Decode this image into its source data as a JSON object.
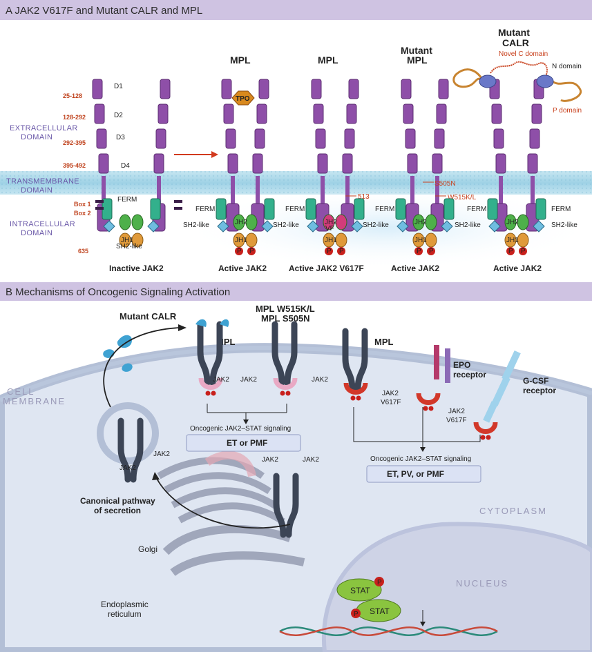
{
  "panel_a": {
    "header": "A  JAK2 V617F and Mutant CALR and MPL",
    "domains": {
      "extracellular_1": "EXTRACELLULAR",
      "extracellular_2": "DOMAIN",
      "transmembrane_1": "TRANSMEMBRANE",
      "transmembrane_2": "DOMAIN",
      "intracellular_1": "INTRACELLULAR",
      "intracellular_2": "DOMAIN"
    },
    "residue_ranges": [
      "25-128",
      "128-292",
      "292-395",
      "395-492",
      "635"
    ],
    "receptor_domains": [
      "D1",
      "D2",
      "D3",
      "D4"
    ],
    "boxes": [
      "Box 1",
      "Box 2"
    ],
    "labels": {
      "ferm": "FERM",
      "sh2": "SH2-like",
      "jh1": "JH1",
      "jh2": "JH2",
      "vf": "VF",
      "p": "P",
      "tpo": "TPO"
    },
    "receptor_titles": {
      "mpl_1": "MPL",
      "mpl_2": "MPL",
      "mutant_mpl_1": "Mutant",
      "mutant_mpl_2": "MPL",
      "mutant_calr_1": "Mutant",
      "mutant_calr_2": "CALR"
    },
    "calr_domains": {
      "novel_c": "Novel C domain",
      "n": "N domain",
      "p": "P domain"
    },
    "mutations": {
      "s505n": "S505N",
      "w515kl": "W515K/L",
      "pos513": "513"
    },
    "captions": [
      "Inactive JAK2",
      "Active JAK2",
      "Active JAK2 V617F",
      "Active JAK2",
      "Active JAK2"
    ]
  },
  "panel_b": {
    "header": "B  Mechanisms of Oncogenic Signaling Activation",
    "cell_membrane_1": "CELL",
    "cell_membrane_2": "MEMBRANE",
    "cytoplasm": "CYTOPLASM",
    "nucleus": "NUCLEUS",
    "mutant_calr": "Mutant CALR",
    "mpl": "MPL",
    "mpl_mut_1": "MPL W515K/L",
    "mpl_mut_2": "MPL S505N",
    "jak2": "JAK2",
    "jak2_v617f_1": "JAK2",
    "jak2_v617f_2": "V617F",
    "epo_1": "EPO",
    "epo_2": "receptor",
    "gcsf_1": "G-CSF",
    "gcsf_2": "receptor",
    "signaling": "Oncogenic JAK2–STAT signaling",
    "outcome_1": "ET or PMF",
    "outcome_2": "ET, PV, or PMF",
    "canonical_1": "Canonical pathway",
    "canonical_2": "of secretion",
    "golgi": "Golgi",
    "er_1": "Endoplasmic",
    "er_2": "reticulum",
    "stat": "STAT",
    "p": "P"
  },
  "colors": {
    "header_bg": "#cfc3e2",
    "purple": "#8e4fa8",
    "teal": "#33b08c",
    "green": "#4eb04a",
    "orange": "#e09a3a",
    "red": "#c8401c",
    "membrane": "#a9d8ea",
    "cell": "#dfe6f2",
    "nucleus": "#ced3e6",
    "navy": "#3c4556",
    "light_blue": "#6fbde0"
  }
}
